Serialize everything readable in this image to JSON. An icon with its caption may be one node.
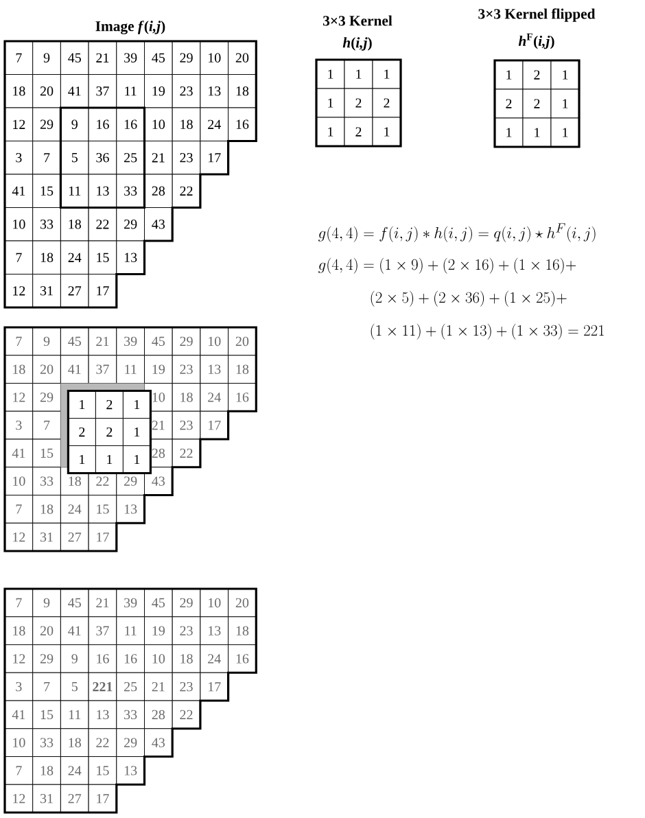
{
  "diagram": {
    "labels": [
      "Image *f*(*i,j*)",
      "3×3 Kernel",
      "*h*(*i,j*)",
      "3×3 Kernel flipped",
      "*h*$^{F}$(*i,j*)",
      "7",
      "9",
      "45",
      "21",
      "39",
      "45",
      "29",
      "10",
      "20",
      "18",
      "20",
      "41",
      "37",
      "11",
      "19",
      "23",
      "13",
      "18",
      "12",
      "29",
      "9",
      "16",
      "16",
      "10",
      "18",
      "24",
      "16",
      "3",
      "7",
      "5",
      "36",
      "25",
      "21",
      "23",
      "17",
      "41",
      "15",
      "11",
      "13",
      "33",
      "28",
      "22",
      "10",
      "33",
      "18",
      "22",
      "29",
      "43",
      "7",
      "18",
      "24",
      "15",
      "13",
      "12",
      "31",
      "27",
      "17",
      "1",
      "1",
      "1",
      "1",
      "2",
      "2",
      "1",
      "2",
      "1",
      "1",
      "2",
      "1",
      "2",
      "2",
      "1",
      "1",
      "1",
      "1",
      "g(4,4) = f(i,j) * h(i,j) = q(i,j) \\star h^{F}(i,j)",
      "g(4,4) = (1\\times 9) + (2\\times 16) + (1\\times 16) +",
      "(2\\times 5) + (2\\times 36) + (1\\times 25) +",
      "(1\\times 11) + (1\\times 13) + (1\\times 33) = 221",
      "7",
      "9",
      "45",
      "21",
      "39",
      "45",
      "29",
      "10",
      "20",
      "18",
      "20",
      "41",
      "37",
      "11",
      "19",
      "23",
      "13",
      "18",
      "12",
      "29",
      "10",
      "18",
      "24",
      "16",
      "3",
      "7",
      "21",
      "23",
      "17",
      "41",
      "15",
      "28",
      "22",
      "10",
      "33",
      "18",
      "22",
      "29",
      "43",
      "7",
      "18",
      "24",
      "15",
      "13",
      "12",
      "31",
      "27",
      "17",
      "1",
      "2",
      "1",
      "2",
      "2",
      "1",
      "1",
      "1",
      "1",
      "7",
      "9",
      "45",
      "21",
      "39",
      "45",
      "29",
      "10",
      "20",
      "18",
      "20",
      "41",
      "37",
      "11",
      "19",
      "23",
      "13",
      "18",
      "12",
      "29",
      "9",
      "16",
      "16",
      "10",
      "18",
      "24",
      "16",
      "3",
      "7",
      "5",
      "221",
      "25",
      "21",
      "23",
      "17",
      "41",
      "15",
      "11",
      "13",
      "33",
      "28",
      "22",
      "10",
      "33",
      "18",
      "22",
      "29",
      "43",
      "7",
      "18",
      "24",
      "15",
      "13",
      "12",
      "31",
      "27",
      "17"
    ]
  }
}
